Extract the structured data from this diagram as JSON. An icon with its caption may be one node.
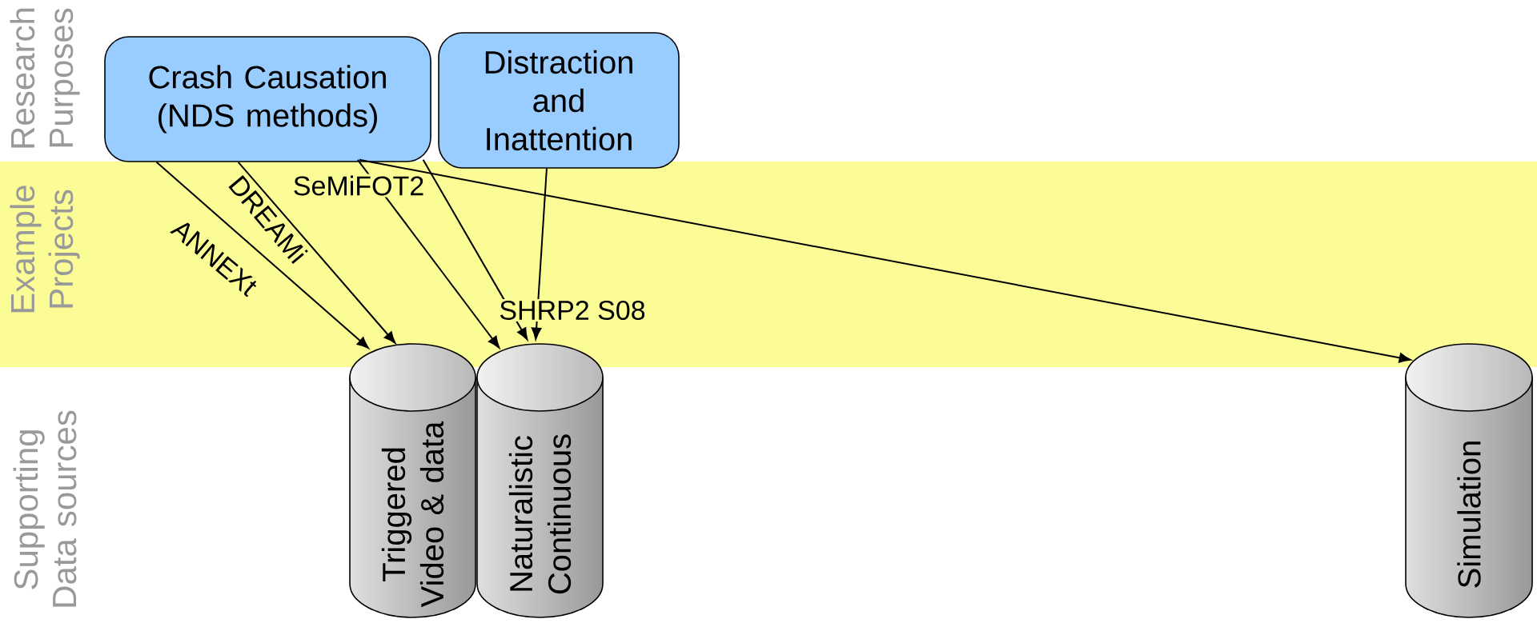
{
  "diagram": {
    "nodes": [
      {
        "text": [
          "Crash Causation (NDS methods)"
        ]
      },
      {
        "text": [
          "Distraction and Inattention"
        ]
      },
      {
        "text": [
          "Triggered Video & data"
        ]
      },
      {
        "text": [
          "Naturalistic Continuous"
        ]
      },
      {
        "text": [
          "Simulation"
        ]
      }
    ],
    "edges": [
      {
        "from": 0,
        "to": 2,
        "arrow": "to",
        "label": "ANNEXt"
      },
      {
        "from": 0,
        "to": 2,
        "arrow": "to",
        "label": "DREAMi"
      },
      {
        "from": 0,
        "to": 3,
        "arrow": "to",
        "label": "SeMiFOT2"
      },
      {
        "from": 0,
        "to": 3,
        "arrow": "to"
      },
      {
        "from": 1,
        "to": 3,
        "arrow": "to",
        "label": "SHRP2 S08"
      },
      {
        "from": 0,
        "to": 4,
        "arrow": "to"
      }
    ],
    "labels": [
      "Research Purposes",
      "Example Projects",
      "Supporting Data sources"
    ]
  }
}
